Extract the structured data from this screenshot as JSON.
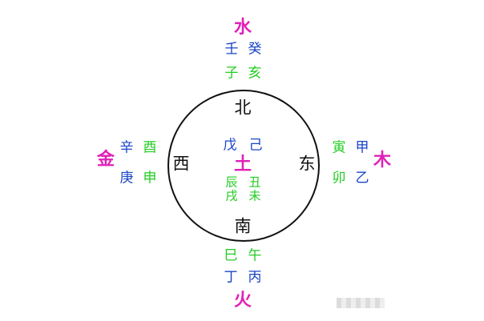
{
  "colors": {
    "element": "#e020b8",
    "stem": "#1a44c8",
    "branch": "#22cc22",
    "direction": "#111111"
  },
  "north": {
    "element": "水",
    "direction": "北",
    "stems": [
      "壬",
      "癸"
    ],
    "branches": [
      "子",
      "亥"
    ]
  },
  "south": {
    "element": "火",
    "direction": "南",
    "branches": [
      "巳",
      "午"
    ],
    "stems": [
      "丁",
      "丙"
    ]
  },
  "west": {
    "element": "金",
    "direction": "西",
    "stems": [
      "辛",
      "庚"
    ],
    "branches": [
      "酉",
      "申"
    ]
  },
  "east": {
    "element": "木",
    "direction": "东",
    "branches": [
      "寅",
      "卯"
    ],
    "stems": [
      "甲",
      "乙"
    ]
  },
  "center": {
    "element": "土",
    "stems": [
      "戊",
      "己"
    ],
    "branches": [
      "辰",
      "丑",
      "戌",
      "未"
    ]
  }
}
